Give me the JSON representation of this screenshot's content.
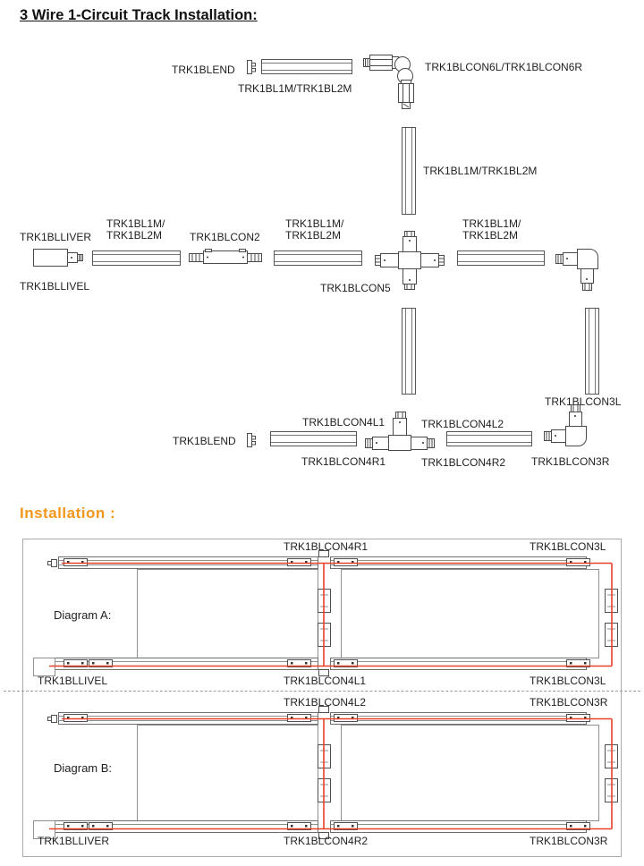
{
  "page": {
    "title": "3 Wire 1-Circuit Track Installation:"
  },
  "colors": {
    "accent_orange": "#F2971B",
    "wire_red": "#E8402A",
    "line_dark": "#4a4a4a",
    "diagram_gray": "#8f8f8f",
    "box_border_gray": "#ababab"
  },
  "labels": {
    "end": "TRK1BLEND",
    "track": "TRK1BL1M/TRK1BL2M",
    "track_2line": "TRK1BL1M/\nTRK1BL2M",
    "flex": "TRK1BLCON6L/TRK1BLCON6R",
    "liver": "TRK1BLLIVER",
    "livel": "TRK1BLLIVEL",
    "con2": "TRK1BLCON2",
    "con5": "TRK1BLCON5",
    "con3l": "TRK1BLCON3L",
    "con3r": "TRK1BLCON3R",
    "con4l1": "TRK1BLCON4L1",
    "con4r1": "TRK1BLCON4R1",
    "con4l2": "TRK1BLCON4L2",
    "con4r2": "TRK1BLCON4R2"
  },
  "installation": {
    "heading": "Installation :",
    "diagram_a": {
      "name": "Diagram A:",
      "top": [
        "TRK1BLCON4R1",
        "TRK1BLCON3L"
      ],
      "bottom": [
        "TRK1BLLIVEL",
        "TRK1BLCON4L1",
        "TRK1BLCON3L"
      ]
    },
    "diagram_b": {
      "name": "Diagram B:",
      "top": [
        "TRK1BLCON4L2",
        "TRK1BLCON3R"
      ],
      "bottom": [
        "TRK1BLLIVER",
        "TRK1BLCON4R2",
        "TRK1BLCON3R"
      ]
    }
  }
}
